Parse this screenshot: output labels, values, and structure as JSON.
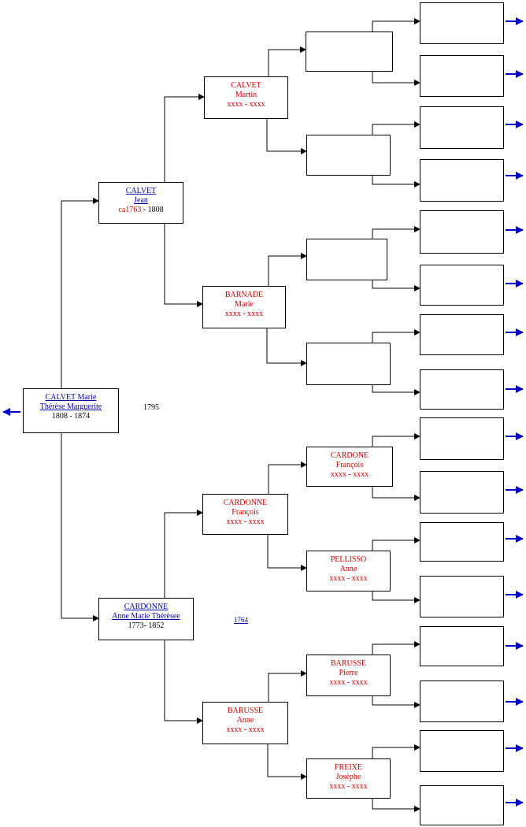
{
  "root": {
    "name1": "CALVET Marie",
    "name2": "Thérèse Marguerite",
    "dates": "1808 - 1874"
  },
  "marriage_root": "1795",
  "father": {
    "surname": "CALVET",
    "given": "Jean",
    "birth": "ca1763",
    "sep": " - ",
    "death": "1808"
  },
  "mother": {
    "surname": "CARDONNE",
    "given": "Anne Marie Thérèsee",
    "dates": "1773- 1852"
  },
  "marriage_mother": "1764",
  "gp_pat_father": {
    "surname": "CALVET",
    "given": "Martin",
    "dates": "xxxx - xxxx"
  },
  "gp_pat_mother": {
    "surname": "BARNADE",
    "given": "Marie",
    "dates": "xxxx - xxxx"
  },
  "gp_mat_father": {
    "surname": "CARDONNE",
    "given": "François",
    "dates": "xxxx - xxxx"
  },
  "gp_mat_mother": {
    "surname": "BARUSSE",
    "given": "Anne",
    "dates": "xxxx - xxxx"
  },
  "ggp_5": {
    "surname": "CARDONE",
    "given": "François",
    "dates": "xxxx - xxxx"
  },
  "ggp_6": {
    "surname": "PELLISSO",
    "given": "Anne",
    "dates": "xxxx - xxxx"
  },
  "ggp_7": {
    "surname": "BARUSSE",
    "given": "Pierre",
    "dates": "xxxx - xxxx"
  },
  "ggp_8": {
    "surname": "FREIXE",
    "given": "Josèphe",
    "dates": "xxxx - xxxx"
  },
  "colors": {
    "red": "#cc0000",
    "link": "#0000aa",
    "nav_arrow": "#0000cc"
  }
}
